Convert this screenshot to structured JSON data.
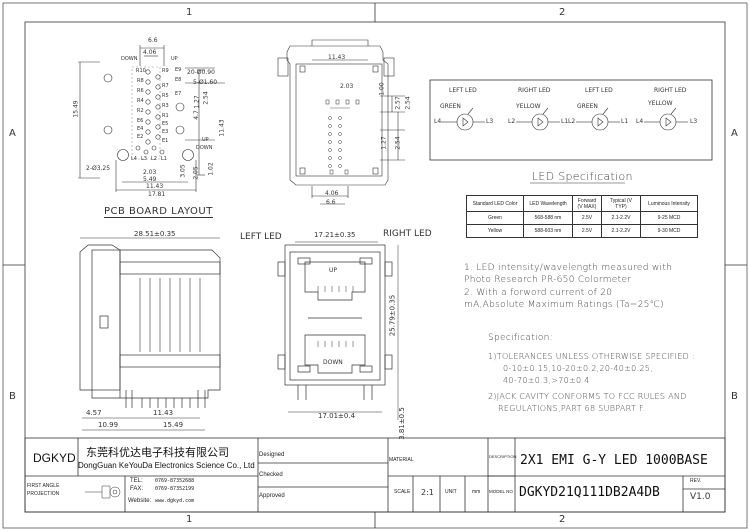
{
  "grid": {
    "columns": [
      "1",
      "2"
    ],
    "rows": [
      "A",
      "B"
    ]
  },
  "pcb_layout": {
    "title": "PCB BOARD LAYOUT",
    "dims": {
      "w_6_6": "6.6",
      "w_4_06": "4.06",
      "down": "DOWN",
      "up": "UP",
      "r10": "R10",
      "r9": "R9",
      "r8": "R8",
      "r7": "R7",
      "r6": "R6",
      "r5": "R5",
      "r4": "R4",
      "r3": "R3",
      "r2": "R2",
      "r1": "R1",
      "e8": "E8",
      "e9": "E9",
      "e7": "E7",
      "e6": "E6",
      "e5": "E5",
      "e4": "E4",
      "e3": "E3",
      "e2": "E2",
      "e1": "E1",
      "hole_small": "20-Ø0.90",
      "hole_big": "5-Ø1.60",
      "h_15_49": "15.49",
      "h_11_43": "11.43",
      "h_2_54": "2.54",
      "h_1_27": "1.27",
      "h_4_7": "4.7",
      "h_2_05": "2.05",
      "h_2_03": "2.03",
      "h_3_05": "3.05",
      "h_1_02": "1.02",
      "peg": "2-Ø3.25",
      "w_5_49": "5.49",
      "w_11_43": "11.43",
      "w_17_8": "17.81",
      "l4": "L4",
      "l3": "L3",
      "l2": "L2",
      "l1": "L1",
      "up2": "UP",
      "down2": "DOWN"
    }
  },
  "top_view": {
    "w_11_43": "11.43",
    "d_2_03": "2.03",
    "h_1_00": "1.00",
    "h_2_57": "2.57",
    "h_2_54": "2.54",
    "h_1_27": "1.27",
    "h_2_54b": "2.54",
    "w_4_06": "4.06",
    "w_6_6": "6.6"
  },
  "led_diagrams": [
    {
      "label": "LEFT LED",
      "color": "GREEN",
      "pins": [
        "L4",
        "L3"
      ]
    },
    {
      "label": "RIGHT LED",
      "color": "YELLOW",
      "pins": [
        "L2",
        "L1"
      ]
    },
    {
      "label": "LEFT LED",
      "color": "GREEN",
      "pins": [
        "L2",
        "L1"
      ]
    },
    {
      "label": "RIGHT LED",
      "color": "YELLOW",
      "pins": [
        "L4",
        "L3"
      ]
    }
  ],
  "led_spec": {
    "title": "LED Specification",
    "headers": [
      "Standard LED Color",
      "LED Wavelength",
      "Forward (V MAX)",
      "Typical (V TYP)",
      "Luminous Intensity"
    ],
    "rows": [
      [
        "Green",
        "568-588 nm",
        "2.5V",
        "2.1-2.2V",
        "9-25 MCD"
      ],
      [
        "Yellow",
        "588-603 nm",
        "2.5V",
        "2.1-2.2V",
        "9-30 MCD"
      ]
    ]
  },
  "notes": [
    "1. LED intensity/wavelength measured with",
    "Photo Research PR-650 Colormeter",
    "2. With a forword current of 20",
    "mA,Absolute Maximum Ratings (Ta=25℃)"
  ],
  "specification": {
    "title": "Specification:",
    "lines": [
      "1)TOLERANCES UNLESS OTHERWISE SPECIFIED :",
      "0-10±0.15,10-20±0.2,20-40±0.25,",
      "40-70±0.3,>70±0.4",
      "2)JACK CAVITY CONFORMS TO FCC RULES AND",
      "REGULATIONS,PART 68 SUBPART F."
    ]
  },
  "side_view": {
    "w_28_51": "28.51±0.35",
    "w_4_57": "4.57",
    "w_11_43": "11.43",
    "w_10_99": "10.99",
    "w_15_49": "15.49"
  },
  "front_view": {
    "left_led": "LEFT LED",
    "right_led": "RIGHT LED",
    "w_17_21": "17.21±0.35",
    "h_25_79": "25.79±0.35",
    "w_17_01": "17.01±0.4",
    "h_3_81": "3.81±0.5",
    "up": "UP",
    "down": "DOWN"
  },
  "title_block": {
    "brand": "DGKYD",
    "company_cn": "东莞科优达电子科技有限公司",
    "company_en": "DongGuan KeYouDa Electronics Science Co., Ltd",
    "first_angle": "FIRST ANGLE",
    "projection": "PROJECTION",
    "tel_label": "TEL:",
    "tel": "0769-87352688",
    "fax_label": "FAX:",
    "fax": "0769-87352199",
    "website_label": "Website:",
    "website": "www.dgkyd.com",
    "designed": "Designed",
    "checked": "Checked",
    "approved": "Approved",
    "material": "MATERIAL",
    "scale": "SCALE",
    "scale_val": "2:1",
    "unit": "UNIT",
    "unit_val": "mm",
    "description_label": "DESCRIPTION",
    "description": "2X1 EMI G-Y LED 1000BASE",
    "model_label": "MODEL NO",
    "model": "DGKYD21Q111DB2A4DB",
    "rev_label": "REV.",
    "rev": "V1.0"
  }
}
